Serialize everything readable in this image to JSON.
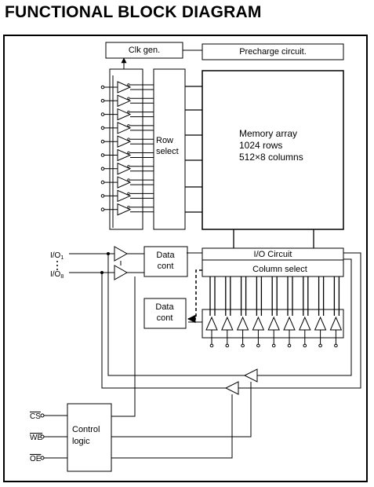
{
  "title": "FUNCTIONAL BLOCK DIAGRAM",
  "blocks": {
    "clk_gen": "Clk gen.",
    "precharge": "Precharge circuit.",
    "row_select": [
      "Row",
      "select"
    ],
    "memory_array": [
      "Memory array",
      "1024 rows",
      "512×8 columns"
    ],
    "data_cont_upper": [
      "Data",
      "cont"
    ],
    "data_cont_lower": [
      "Data",
      "cont"
    ],
    "io_circuit": "I/O Circuit",
    "column_select": "Column select",
    "control_logic": [
      "Control",
      "logic"
    ]
  },
  "io_labels": {
    "io1": {
      "base": "I/O",
      "sub": "1"
    },
    "io8": {
      "base": "I/O",
      "sub": "8"
    }
  },
  "control_inputs": [
    "CS",
    "WE",
    "OE"
  ],
  "address_inputs": {
    "row_count": 10,
    "column_count": 9
  }
}
